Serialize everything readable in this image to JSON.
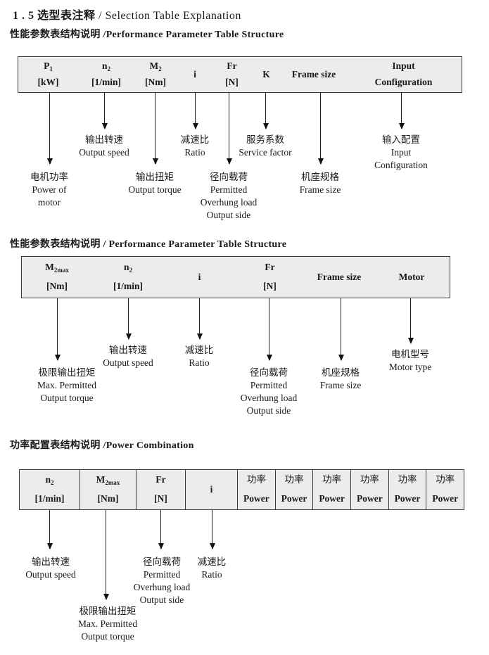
{
  "colors": {
    "text_color": "#1a1a1a",
    "table_bg": "#ececec",
    "table_border": "#3a3a3a",
    "page_bg": "#ffffff"
  },
  "page": {
    "title_zh": "1 . 5 选型表注释",
    "title_en": "/ Selection Table Explanation"
  },
  "section1": {
    "heading": "性能参数表结构说明 /Performance Parameter Table Structure",
    "table": {
      "columns": [
        {
          "t": "P",
          "s": "1",
          "b": "[kW]"
        },
        {
          "t": "n",
          "s": "2",
          "b": "[1/min]"
        },
        {
          "t": "M",
          "s": "2",
          "b": "[Nm]"
        },
        {
          "t": "i"
        },
        {
          "t": "Fr",
          "b": "[N]"
        },
        {
          "t": "K"
        },
        {
          "t": "Frame size"
        },
        {
          "t": "Input",
          "b": "Configuration"
        }
      ]
    },
    "labels": {
      "n2": "输出转速\nOutput speed",
      "i": "减速比\nRatio",
      "k": "服务系数\nService factor",
      "input": "输入配置\nInput\nConfiguration",
      "p1": "电机功率\nPower of\nmotor",
      "m2": "输出扭矩\nOutput torque",
      "fr": "径向载荷\nPermitted\nOverhung load\nOutput side",
      "frame": "机座规格\nFrame size"
    }
  },
  "section2": {
    "heading": "性能参数表结构说明 / Performance Parameter Table Structure",
    "table": {
      "columns": [
        {
          "t": "M",
          "s": "2max",
          "b": "[Nm]"
        },
        {
          "t": "n",
          "s": "2",
          "b": "[1/min]"
        },
        {
          "t": "i"
        },
        {
          "t": "Fr",
          "b": "[N]"
        },
        {
          "t": "Frame size"
        },
        {
          "t": "Motor"
        }
      ]
    },
    "labels": {
      "m2max": "极限输出扭矩\nMax. Permitted\nOutput torque",
      "n2": "输出转速\nOutput speed",
      "i": "减速比\nRatio",
      "fr": "径向载荷\nPermitted\nOverhung load\nOutput side",
      "frame": "机座规格\nFrame size",
      "motor": "电机型号\nMotor type"
    }
  },
  "section3": {
    "heading": "功率配置表结构说明 /Power Combination",
    "table": {
      "columns": [
        {
          "t": "n",
          "s": "2",
          "b": "[1/min]"
        },
        {
          "t": "M",
          "s": "2max",
          "b": "[Nm]"
        },
        {
          "t": "Fr",
          "b": "[N]"
        },
        {
          "t": "i"
        }
      ],
      "power": {
        "zh": "功率",
        "en": "Power"
      }
    },
    "labels": {
      "n2": "输出转速\nOutput speed",
      "m2max": "极限输出扭矩\nMax. Permitted\nOutput torque",
      "fr": "径向载荷\nPermitted\nOverhung load\nOutput side",
      "i": "减速比\nRatio"
    }
  }
}
